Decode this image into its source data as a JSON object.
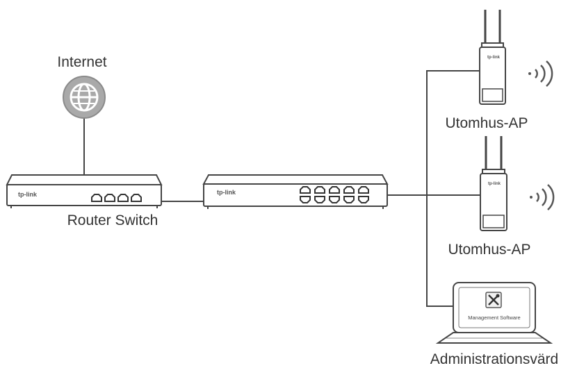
{
  "labels": {
    "internet": "Internet",
    "router": "Router Switch",
    "ap1": "Utomhus-AP",
    "ap2": "Utomhus-AP",
    "admin": "Administrationsvärd"
  },
  "devices": {
    "router_brand": "tp-link",
    "switch_brand": "tp-link",
    "ap1_brand": "tp-link",
    "ap2_brand": "tp-link",
    "screen_text": "Management Software"
  },
  "colors": {
    "line": "#444444",
    "device_fill": "#ffffff",
    "globe_fill": "#a9a9a9"
  },
  "icons": [
    "globe-icon",
    "wifi-signal-icon",
    "tools-icon"
  ]
}
